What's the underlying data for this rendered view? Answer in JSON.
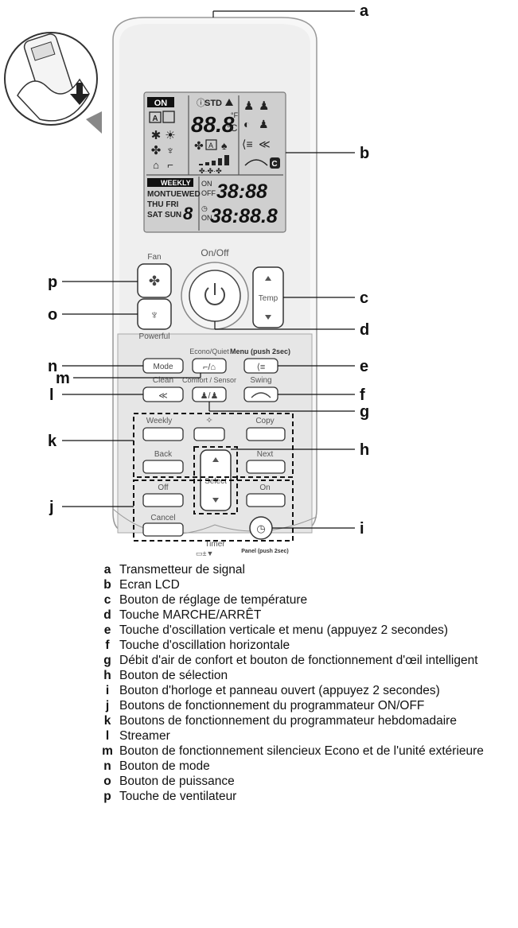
{
  "callouts": {
    "a": "a",
    "b": "b",
    "c": "c",
    "d": "d",
    "e": "e",
    "f": "f",
    "g": "g",
    "h": "h",
    "i": "i",
    "j": "j",
    "k": "k",
    "l": "l",
    "m": "m",
    "n": "n",
    "o": "o",
    "p": "p"
  },
  "lcd": {
    "on": "ON",
    "std": "STD",
    "temp_main": "88.8",
    "deg_c": "°C",
    "deg_f": "°F",
    "weekly": "WEEKLY",
    "days_row1": "MONTUEWED",
    "days_row2": "THU FRI",
    "days_row3": "SAT SUN",
    "day_digit": "8",
    "on_label": "ON",
    "off_label": "OFF",
    "clock_top": "38:88",
    "clock_bottom": "38:88.8"
  },
  "buttons": {
    "fan": "Fan",
    "onoff": "On/Off",
    "temp": "Temp",
    "powerful": "Powerful",
    "econo_quiet": "Econo/Quiet",
    "menu": "Menu (push 2sec)",
    "mode": "Mode",
    "clean": "Clean",
    "comfort_sensor": "Comfort / Sensor",
    "swing": "Swing",
    "weekly": "Weekly",
    "copy": "Copy",
    "back": "Back",
    "next": "Next",
    "select": "Select",
    "off": "Off",
    "on": "On",
    "cancel": "Cancel",
    "timer": "Timer",
    "panel": "Panel (push 2sec)"
  },
  "legend": [
    {
      "key": "a",
      "text": "Transmetteur de signal"
    },
    {
      "key": "b",
      "text": "Ecran LCD"
    },
    {
      "key": "c",
      "text": "Bouton de réglage de température"
    },
    {
      "key": "d",
      "text": "Touche MARCHE/ARRÊT"
    },
    {
      "key": "e",
      "text": "Touche d'oscillation verticale et menu (appuyez 2 secondes)"
    },
    {
      "key": "f",
      "text": "Touche d'oscillation horizontale"
    },
    {
      "key": "g",
      "text": "Débit d'air de confort et bouton de fonctionnement d'œil intelligent"
    },
    {
      "key": "h",
      "text": "Bouton de sélection"
    },
    {
      "key": "i",
      "text": "Bouton d'horloge et panneau ouvert (appuyez 2 secondes)"
    },
    {
      "key": "j",
      "text": "Boutons de fonctionnement du programmateur ON/OFF"
    },
    {
      "key": "k",
      "text": "Boutons de fonctionnement du programmateur hebdomadaire"
    },
    {
      "key": "l",
      "text": "Streamer"
    },
    {
      "key": "m",
      "text": "Bouton de fonctionnement silencieux Econo et de l'unité extérieure"
    },
    {
      "key": "n",
      "text": "Bouton de mode"
    },
    {
      "key": "o",
      "text": "Bouton de puissance"
    },
    {
      "key": "p",
      "text": "Touche de ventilateur"
    }
  ]
}
